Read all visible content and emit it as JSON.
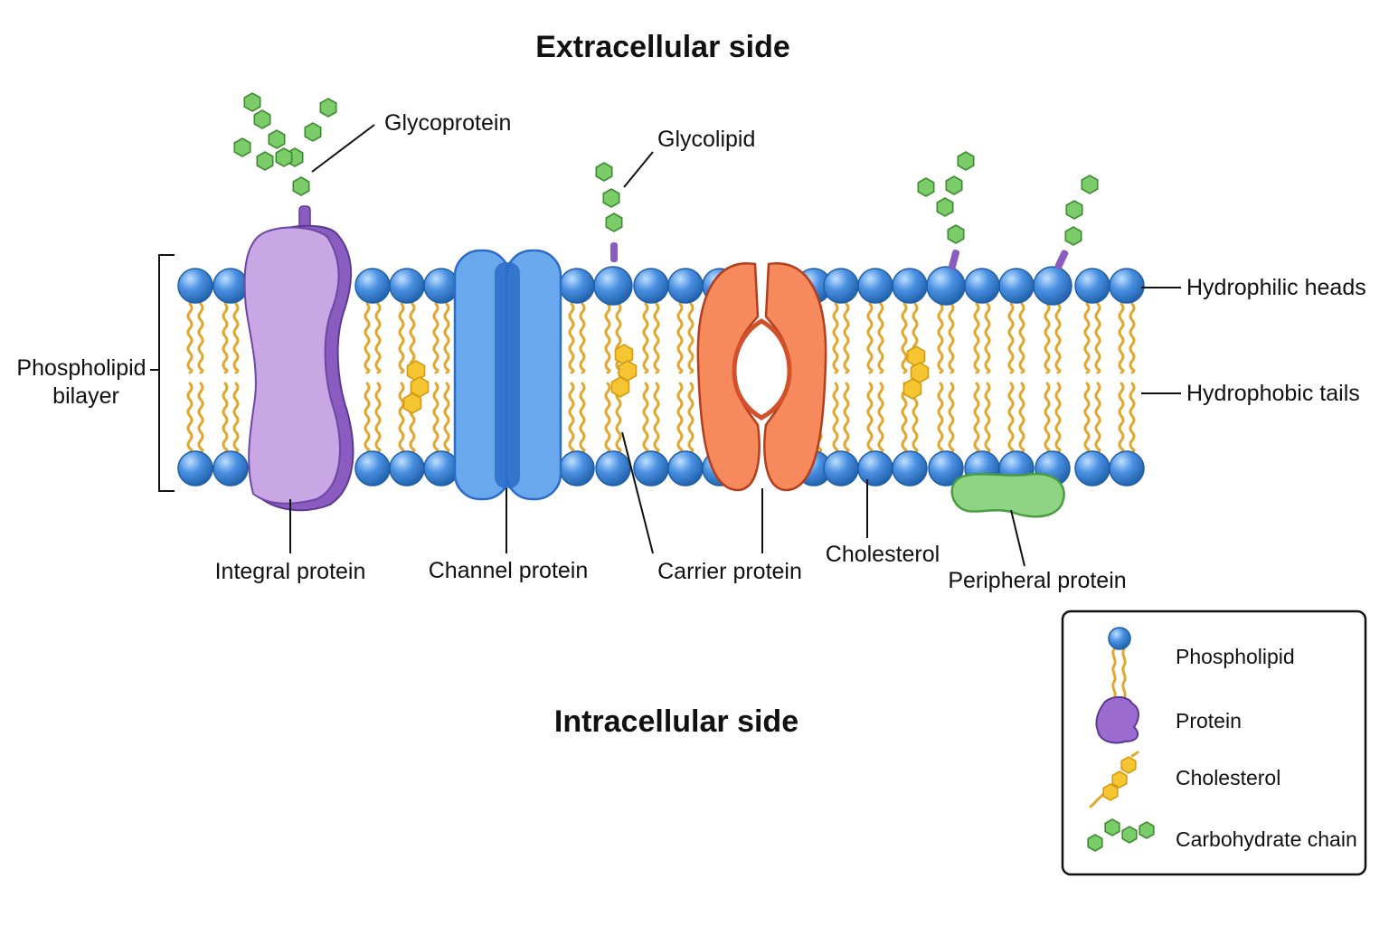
{
  "titles": {
    "top": "Extracellular side",
    "bottom": "Intracellular side"
  },
  "labels": {
    "glycoprotein": "Glycoprotein",
    "glycolipid": "Glycolipid",
    "hydrophilic_heads": "Hydrophilic heads",
    "hydrophobic_tails": "Hydrophobic tails",
    "bilayer_line1": "Phospholipid",
    "bilayer_line2": "bilayer",
    "integral_protein": "Integral protein",
    "channel_protein": "Channel protein",
    "carrier_protein": "Carrier protein",
    "cholesterol": "Cholesterol",
    "peripheral_protein": "Peripheral protein"
  },
  "legend": {
    "items": [
      {
        "label": "Phospholipid",
        "icon": "phospholipid-icon"
      },
      {
        "label": "Protein",
        "icon": "protein-icon"
      },
      {
        "label": "Cholesterol",
        "icon": "cholesterol-icon"
      },
      {
        "label": "Carbohydrate chain",
        "icon": "carbohydrate-chain-icon"
      }
    ]
  },
  "colors": {
    "head": "#4a90e2",
    "head_dark": "#1f5fa8",
    "tail": "#e0a82e",
    "integral": "#c9a6e4",
    "integral_dark": "#8a5cc0",
    "channel": "#6aa8ee",
    "channel_dark": "#2a6cc8",
    "carrier": "#f68a5c",
    "carrier_dark": "#d2502a",
    "cholesterol": "#f5c632",
    "carbohydrate": "#7ccc6a",
    "carbohydrate_dark": "#3a8c2e",
    "peripheral": "#8fd485",
    "peripheral_dark": "#4a9c40"
  }
}
